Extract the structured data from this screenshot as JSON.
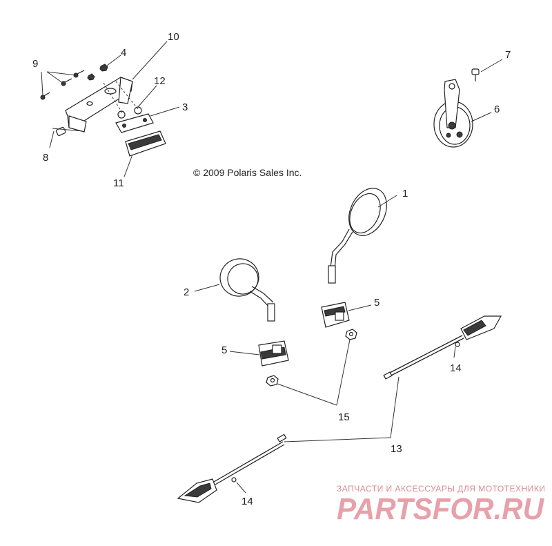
{
  "diagram": {
    "copyright": "© 2009 Polaris Sales Inc.",
    "callouts": {
      "c1": "1",
      "c2": "2",
      "c3": "3",
      "c4": "4",
      "c5a": "5",
      "c5b": "5",
      "c6": "6",
      "c7": "7",
      "c8": "8",
      "c9": "9",
      "c10": "10",
      "c11": "11",
      "c12": "12",
      "c13": "13",
      "c14a": "14",
      "c14b": "14",
      "c15": "15"
    }
  },
  "watermark": {
    "tagline": "ЗАПЧАСТИ И АКСЕССУАРЫ ДЛЯ МОТОТЕХНИКИ",
    "logo": "PARTSFOR.RU"
  }
}
